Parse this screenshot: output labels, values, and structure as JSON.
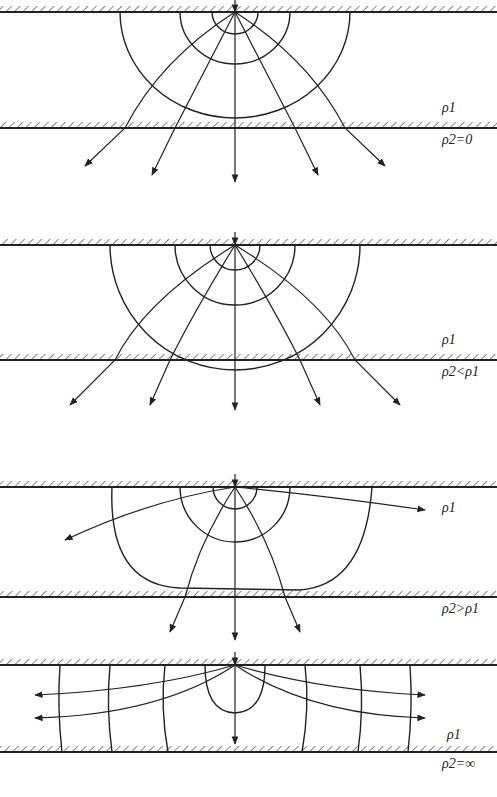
{
  "diagram": {
    "labels": [
      "ρ1",
      "ρ2=0",
      "ρ1",
      "ρ2<ρ1",
      "ρ1",
      "ρ2>ρ1",
      "ρ1",
      "ρ2=∞"
    ]
  }
}
